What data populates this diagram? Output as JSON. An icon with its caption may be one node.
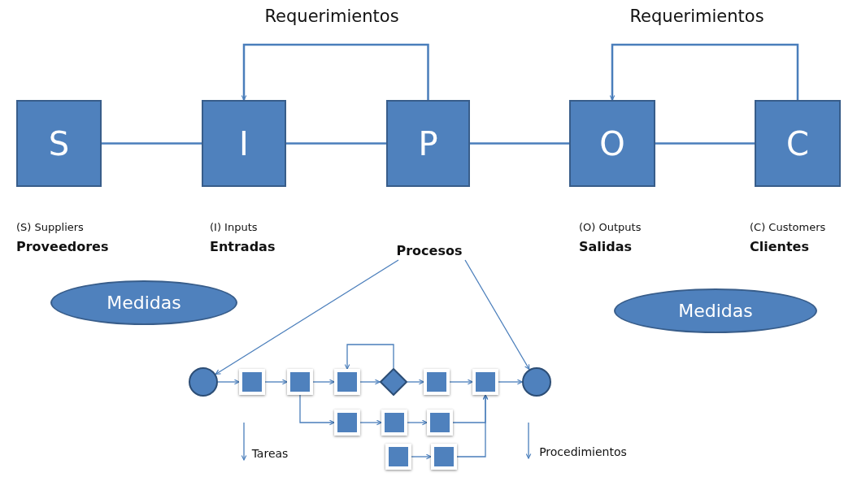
{
  "diagram": {
    "nodes": [
      {
        "text": [
          "S"
        ],
        "beside": [
          "(S) Suppliers",
          "Proveedores"
        ]
      },
      {
        "text": [
          "I"
        ],
        "beside": [
          "(I) Inputs",
          "Entradas"
        ]
      },
      {
        "text": [
          "P"
        ]
      },
      {
        "text": [
          "O"
        ],
        "beside": [
          "(O) Outputs",
          "Salidas"
        ]
      },
      {
        "text": [
          "C"
        ],
        "beside": [
          "(C) Customers",
          "Clientes"
        ]
      },
      {
        "text": [
          "Procesos"
        ]
      },
      {
        "text": [
          "Medidas"
        ]
      },
      {
        "text": [
          "Medidas"
        ]
      },
      {
        "text": [],
        "shape": "circle"
      },
      {
        "text": [],
        "shape": "box"
      },
      {
        "text": [],
        "shape": "box"
      },
      {
        "text": [],
        "shape": "box"
      },
      {
        "text": [],
        "shape": "diamond"
      },
      {
        "text": [],
        "shape": "box"
      },
      {
        "text": [],
        "shape": "box"
      },
      {
        "text": [],
        "shape": "circle"
      },
      {
        "text": [],
        "shape": "box"
      },
      {
        "text": [],
        "shape": "box"
      },
      {
        "text": [],
        "shape": "box"
      },
      {
        "text": [],
        "shape": "box"
      },
      {
        "text": [],
        "shape": "box"
      },
      {
        "text": [
          "Tareas"
        ]
      },
      {
        "text": [
          "Procedimientos"
        ]
      }
    ],
    "edges": [
      {
        "from": 0,
        "to": 1,
        "arrow": "none"
      },
      {
        "from": 1,
        "to": 2,
        "arrow": "none"
      },
      {
        "from": 2,
        "to": 3,
        "arrow": "none"
      },
      {
        "from": 3,
        "to": 4,
        "arrow": "none"
      },
      {
        "from": 2,
        "to": 1,
        "arrow": "to",
        "label": "Requerimientos"
      },
      {
        "from": 4,
        "to": 3,
        "arrow": "to",
        "label": "Requerimientos"
      },
      {
        "from": 5,
        "to": 8,
        "arrow": "to"
      },
      {
        "from": 5,
        "to": 15,
        "arrow": "to"
      },
      {
        "from": 8,
        "to": 9,
        "arrow": "to"
      },
      {
        "from": 9,
        "to": 10,
        "arrow": "to"
      },
      {
        "from": 10,
        "to": 11,
        "arrow": "to"
      },
      {
        "from": 11,
        "to": 12,
        "arrow": "to"
      },
      {
        "from": 12,
        "to": 13,
        "arrow": "to"
      },
      {
        "from": 13,
        "to": 14,
        "arrow": "to"
      },
      {
        "from": 14,
        "to": 15,
        "arrow": "to"
      },
      {
        "from": 12,
        "to": 11,
        "arrow": "to"
      },
      {
        "from": 10,
        "to": 16,
        "arrow": "to"
      },
      {
        "from": 16,
        "to": 17,
        "arrow": "to"
      },
      {
        "from": 17,
        "to": 18,
        "arrow": "to"
      },
      {
        "from": 18,
        "to": 14,
        "arrow": "to"
      },
      {
        "from": 19,
        "to": 20,
        "arrow": "to"
      },
      {
        "from": 20,
        "to": 14,
        "arrow": "to"
      },
      {
        "from": null,
        "to": 21,
        "arrow": "to"
      },
      {
        "from": null,
        "to": 22,
        "arrow": "to"
      }
    ]
  }
}
